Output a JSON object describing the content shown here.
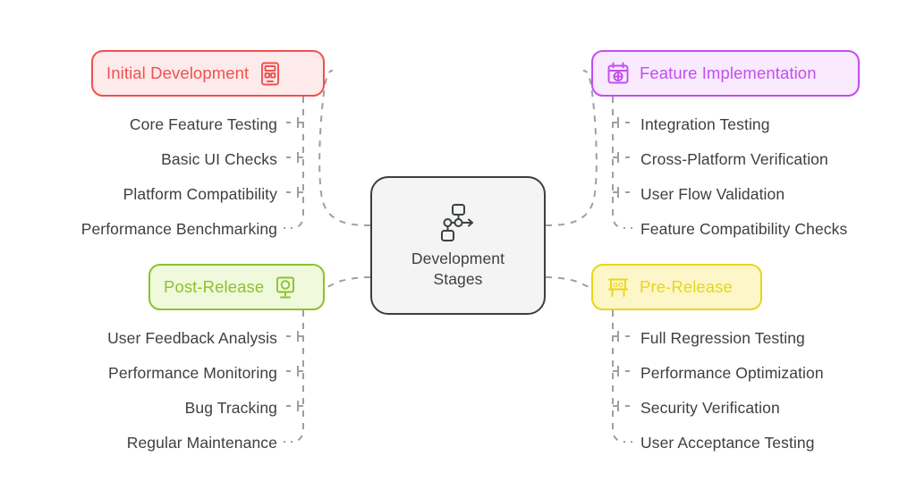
{
  "diagram": {
    "type": "mind-map",
    "background": "#ffffff",
    "center": {
      "title_line1": "Development",
      "title_line2": "Stages",
      "icon": "workflow-icon",
      "border_color": "#3c4043",
      "fill_color": "#f4f4f4"
    },
    "branches": [
      {
        "id": "initial-development",
        "label": "Initial Development",
        "icon": "calculator-device-icon",
        "color": "#f0514e",
        "fill": "#fdeaea",
        "position": "top-left",
        "children": [
          "Core Feature Testing",
          "Basic UI Checks",
          "Platform Compatibility",
          "Performance Benchmarking"
        ]
      },
      {
        "id": "feature-implementation",
        "label": "Feature Implementation",
        "icon": "calendar-plus-icon",
        "color": "#c14ef0",
        "fill": "#f9eafd",
        "position": "top-right",
        "children": [
          "Integration Testing",
          "Cross-Platform Verification",
          "User Flow Validation",
          "Feature Compatibility Checks"
        ]
      },
      {
        "id": "post-release",
        "label": "Post-Release",
        "icon": "monitor-display-icon",
        "color": "#8cc22e",
        "fill": "#f0f9db",
        "position": "bottom-left",
        "children": [
          "User Feedback Analysis",
          "Performance Monitoring",
          "Bug Tracking",
          "Regular Maintenance"
        ]
      },
      {
        "id": "pre-release",
        "label": "Pre-Release",
        "icon": "go-sign-icon",
        "color": "#e8d71a",
        "fill": "#fcf6c8",
        "position": "bottom-right",
        "children": [
          "Full Regression Testing",
          "Performance Optimization",
          "Security Verification",
          "User Acceptance Testing"
        ]
      }
    ],
    "connector": {
      "style": "dashed",
      "color": "#9aa0a6"
    }
  }
}
